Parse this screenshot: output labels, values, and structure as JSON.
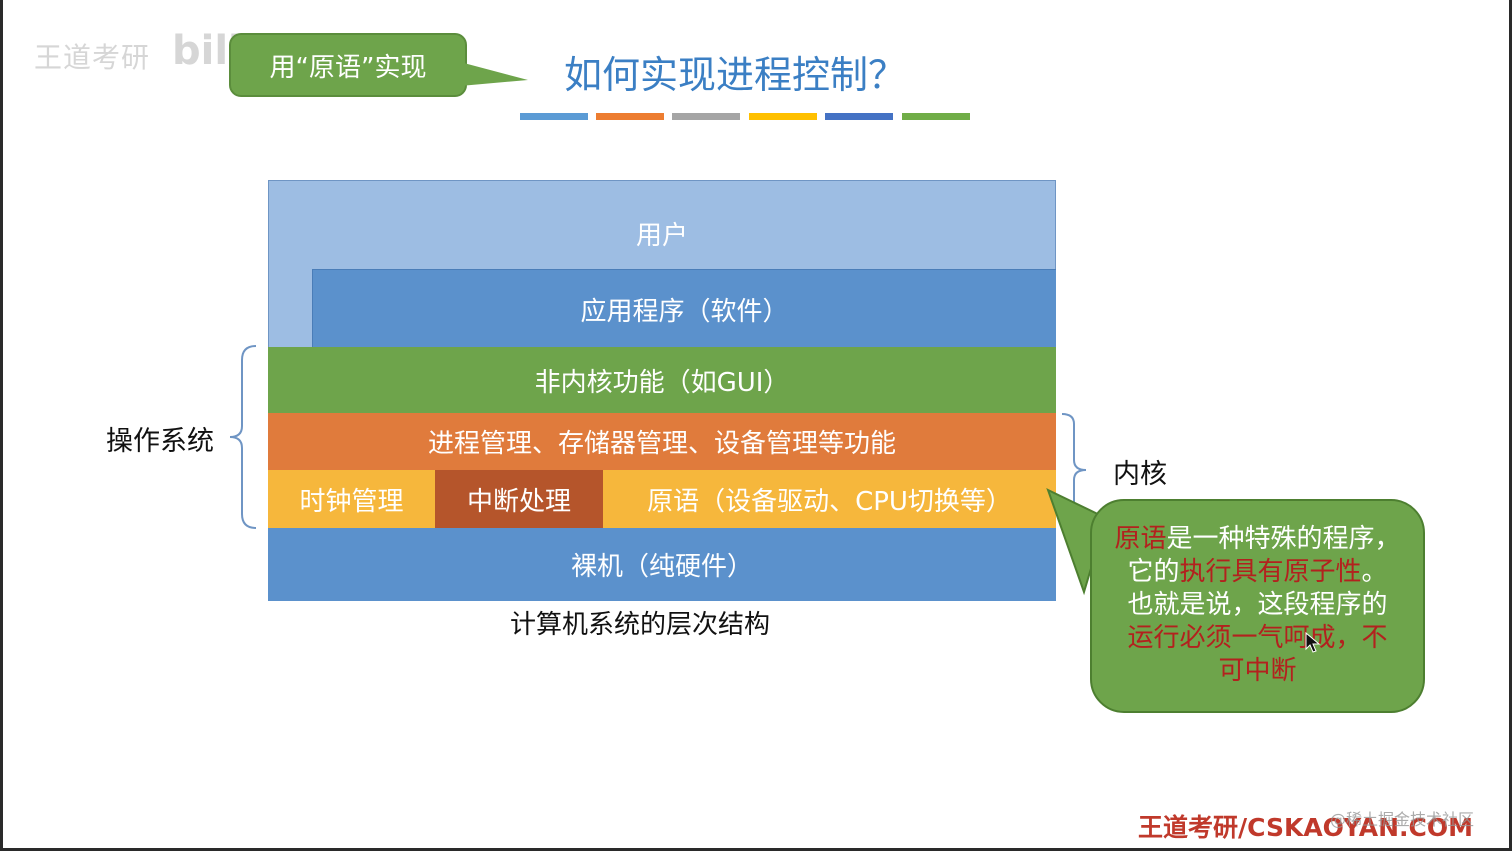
{
  "watermark": {
    "channel_text": "王道考研",
    "logo_text": "bili"
  },
  "callout_top": {
    "text": "用“原语”实现"
  },
  "slide_title": "如何实现进程控制？",
  "color_bars": [
    "#5b9bd5",
    "#ed7d31",
    "#a5a5a5",
    "#ffc000",
    "#4472c4",
    "#70ad47"
  ],
  "layers": {
    "user": "用户",
    "app": "应用程序（软件）",
    "non_kernel": "非内核功能（如GUI）",
    "kernel_functions": "进程管理、存储器管理、设备管理等功能",
    "clock": "时钟管理",
    "interrupt": "中断处理",
    "primitive": "原语（设备驱动、CPU切换等）",
    "hardware": "裸机（纯硬件）"
  },
  "caption": "计算机系统的层次结构",
  "labels": {
    "os": "操作系统",
    "kernel": "内核"
  },
  "note": {
    "line1_red": "原语",
    "line1_white": "是一种特殊的程序，",
    "line2_white": "它的",
    "line2_red": "执行具有原子性",
    "line2_white_end": "。",
    "line3_white": "也就是说，这段程序的",
    "line4_red": "运行必须一气呵成，不",
    "line5_red": "可中断"
  },
  "footer": {
    "brand": "王道考研/CSKAOYAN.COM",
    "watermark": "@稀土掘金技术社区"
  }
}
